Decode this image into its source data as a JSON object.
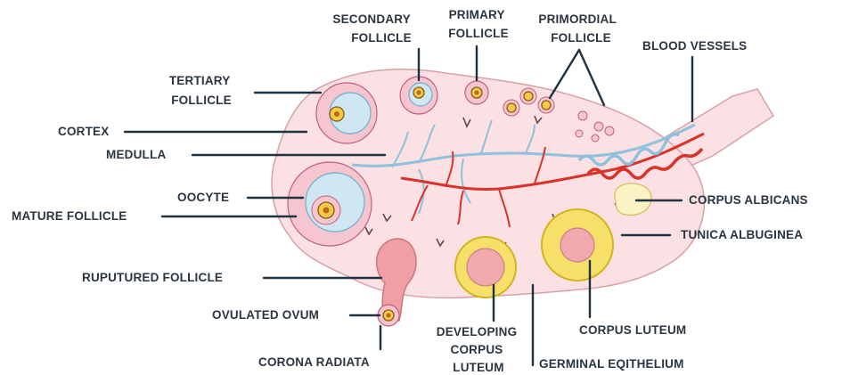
{
  "labels": {
    "secondary_follicle": [
      "SECONDARY",
      "FOLLICLE"
    ],
    "primary_follicle": [
      "PRIMARY",
      "FOLLICLE"
    ],
    "primordial_follicle": [
      "PRIMORDIAL",
      "FOLLICLE"
    ],
    "blood_vessels": "BLOOD VESSELS",
    "tertiary_follicle": [
      "TERTIARY",
      "FOLLICLE"
    ],
    "cortex": "CORTEX",
    "medulla": "MEDULLA",
    "oocyte": "OOCYTE",
    "mature_follicle": "MATURE FOLLICLE",
    "corpus_albicans": "CORPUS ALBICANS",
    "tunica_albuginea": "TUNICA ALBUGINEA",
    "ruptured_follicle": "RUPUTURED FOLLICLE",
    "ovulated_ovum": "OVULATED OVUM",
    "corona_radiata": "CORONA RADIATA",
    "developing_corpus_luteum": [
      "DEVELOPING",
      "CORPUS",
      "LUTEUM"
    ],
    "corpus_luteum": "CORPUS LUTEUM",
    "germinal_epithelium": "GERMINAL EQITHELIUM"
  },
  "colors": {
    "ovary_tissue": "#fbe1e4",
    "artery": "#d8322a",
    "vein": "#8fc1dc",
    "leader_line": "#1f3240",
    "corpus_albicans": "#fbf3c6",
    "corpus_luteum": "#f6e06a"
  }
}
